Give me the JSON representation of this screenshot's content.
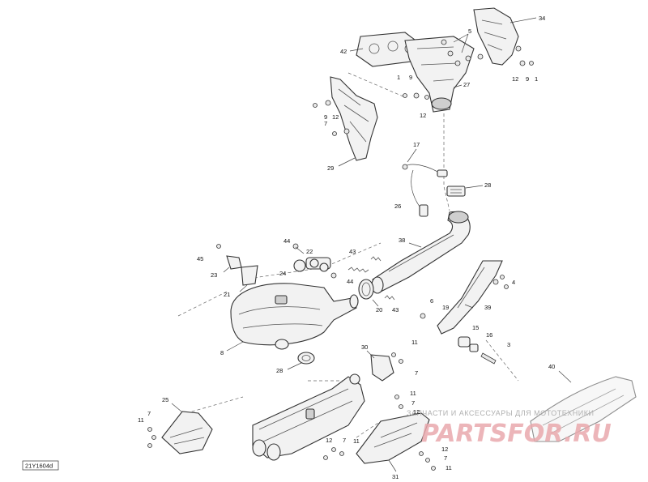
{
  "drawing_code": "21Y1604d",
  "watermark": {
    "caption": "ЗАПЧАСТИ И АКСЕССУАРЫ ДЛЯ МОТОТЕХНИКИ",
    "logo": "PARTSFOR.RU"
  },
  "callouts": {
    "c34": "34",
    "c42": "42",
    "c5": "5",
    "c12a": "12",
    "c9a": "9",
    "c1a": "1",
    "c1b": "1",
    "c9b": "9",
    "c27": "27",
    "c12b": "12",
    "c7a": "7",
    "c9c": "9",
    "c12c": "12",
    "c29": "29",
    "c17": "17",
    "c28a": "28",
    "c26": "26",
    "c38": "38",
    "c44a": "44",
    "c22": "22",
    "c45": "45",
    "c24": "24",
    "c43a": "43",
    "c44b": "44",
    "c23": "23",
    "c21": "21",
    "c20": "20",
    "c43b": "43",
    "c4": "4",
    "c6": "6",
    "c19": "19",
    "c39": "39",
    "c15": "15",
    "c16": "16",
    "c3": "3",
    "c8": "8",
    "c30": "30",
    "c11a": "11",
    "c7b": "7",
    "c28b": "28",
    "c40": "40",
    "c11b": "11",
    "c7c": "7",
    "c12d": "12",
    "c25": "25",
    "c11c": "11",
    "c7d": "7",
    "c12e": "12",
    "c7e": "7",
    "c11d": "11",
    "c12f": "12",
    "c7f": "7",
    "c11e": "11",
    "c31": "31"
  }
}
